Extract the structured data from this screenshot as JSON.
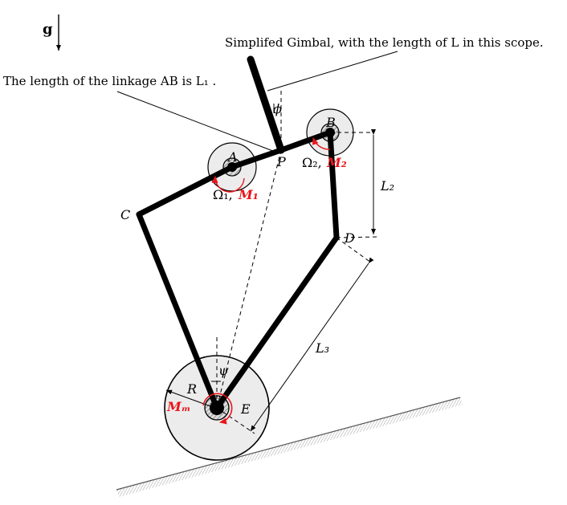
{
  "gravity_label": "g",
  "captions": {
    "gimbal": "Simplifed Gimbal, with the length of L in this scope.",
    "linkage": "The length of the linkage AB is L₁ ."
  },
  "points": {
    "A": "A",
    "B": "B",
    "P": "P",
    "C": "C",
    "D": "D",
    "E": "E"
  },
  "angles": {
    "phi": "ϕ",
    "psi": "ψ"
  },
  "dimensions": {
    "L2": "L₂",
    "L3": "L₃",
    "R": "R"
  },
  "actuators": {
    "joint_A": {
      "speed": "Ω₁,",
      "moment": "M₁"
    },
    "joint_B": {
      "speed": "Ω₂,",
      "moment": "M₂"
    },
    "wheel": {
      "moment": "Mₘ"
    }
  },
  "colors": {
    "moment": "#e8161b",
    "disk": "#ececec",
    "link": "#000000"
  }
}
